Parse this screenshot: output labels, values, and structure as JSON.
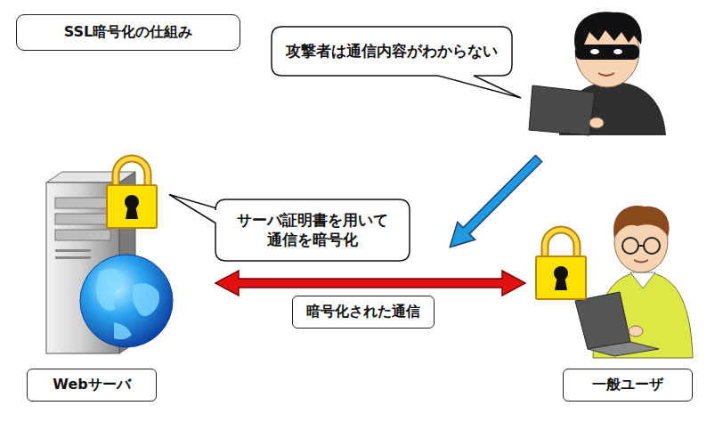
{
  "diagram": {
    "title": "SSL暗号化の仕組み",
    "nodes": [
      {
        "text": [
          "攻撃者は通信内容がわからない"
        ]
      },
      {
        "text": [
          "サーバ証明書を用いて 通信を暗号化"
        ]
      },
      {
        "text": [
          "暗号化された通信"
        ]
      },
      {
        "text": [
          "Webサーバ"
        ]
      },
      {
        "text": [
          "一般ユーザ"
        ]
      }
    ]
  }
}
